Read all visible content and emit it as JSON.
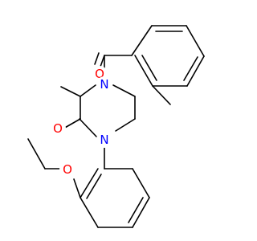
{
  "colors": {
    "bond": "#000000",
    "oxygen": "#ff0000",
    "nitrogen": "#0000ff",
    "background": "#ffffff"
  },
  "atoms": {
    "o_carbonyl_top": "O",
    "n_top": "N",
    "n_bottom": "N",
    "o_lactam": "O",
    "o_ether": "O"
  }
}
